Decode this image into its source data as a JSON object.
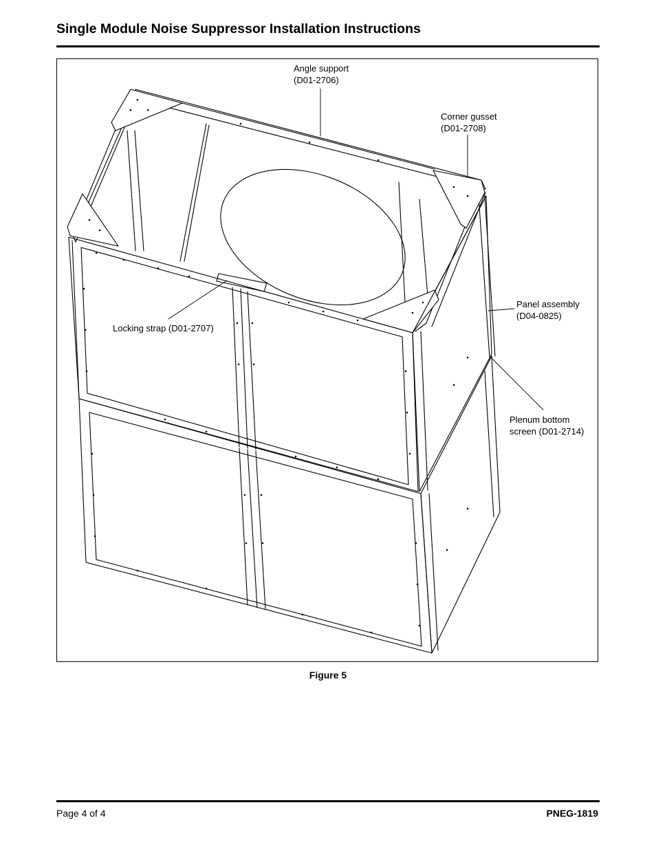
{
  "header": {
    "title": "Single Module Noise Suppressor Installation Instructions"
  },
  "figure": {
    "labels": {
      "angle_support": [
        "Angle support",
        "(D01-2706)"
      ],
      "corner_gusset": [
        "Corner gusset",
        "(D01-2708)"
      ],
      "panel_assembly": [
        "Panel assembly",
        "(D04-0825)"
      ],
      "locking_strap": [
        "Locking strap (D01-2707)"
      ],
      "plenum_screen": [
        "Plenum bottom",
        "screen (D01-2714)"
      ]
    },
    "caption": "Figure 5"
  },
  "footer": {
    "page": "Page 4 of 4",
    "doc_id": "PNEG-1819"
  }
}
